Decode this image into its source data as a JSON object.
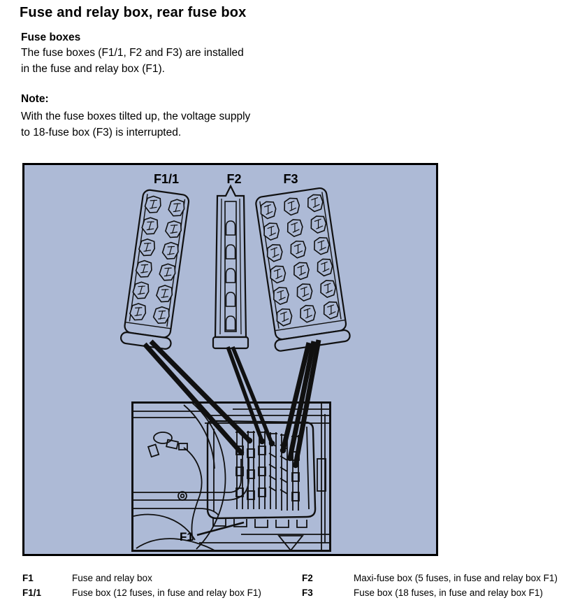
{
  "page": {
    "title": "Fuse and relay box, rear fuse box",
    "section": {
      "heading": "Fuse boxes",
      "line1": "The fuse boxes (F1/1, F2 and F3) are installed",
      "line2": "in the fuse and relay box (F1)."
    },
    "note": {
      "heading": "Note:",
      "line1": "With the fuse boxes tilted up, the voltage supply",
      "line2": "to 18-fuse box (F3) is interrupted."
    }
  },
  "diagram": {
    "background_color": "#adbad6",
    "line_color": "#101010",
    "labels": {
      "f1_1": "F1/1",
      "f2": "F2",
      "f3": "F3",
      "f1": "F1"
    }
  },
  "legend": {
    "rows": [
      {
        "left_key": "F1",
        "left_desc": "Fuse and relay box",
        "right_key": "F2",
        "right_desc": "Maxi-fuse box (5 fuses, in fuse and relay box F1)"
      },
      {
        "left_key": "F1/1",
        "left_desc": "Fuse box (12 fuses, in fuse and relay box F1)",
        "right_key": "F3",
        "right_desc": "Fuse box (18 fuses, in fuse and relay box F1)"
      }
    ]
  }
}
